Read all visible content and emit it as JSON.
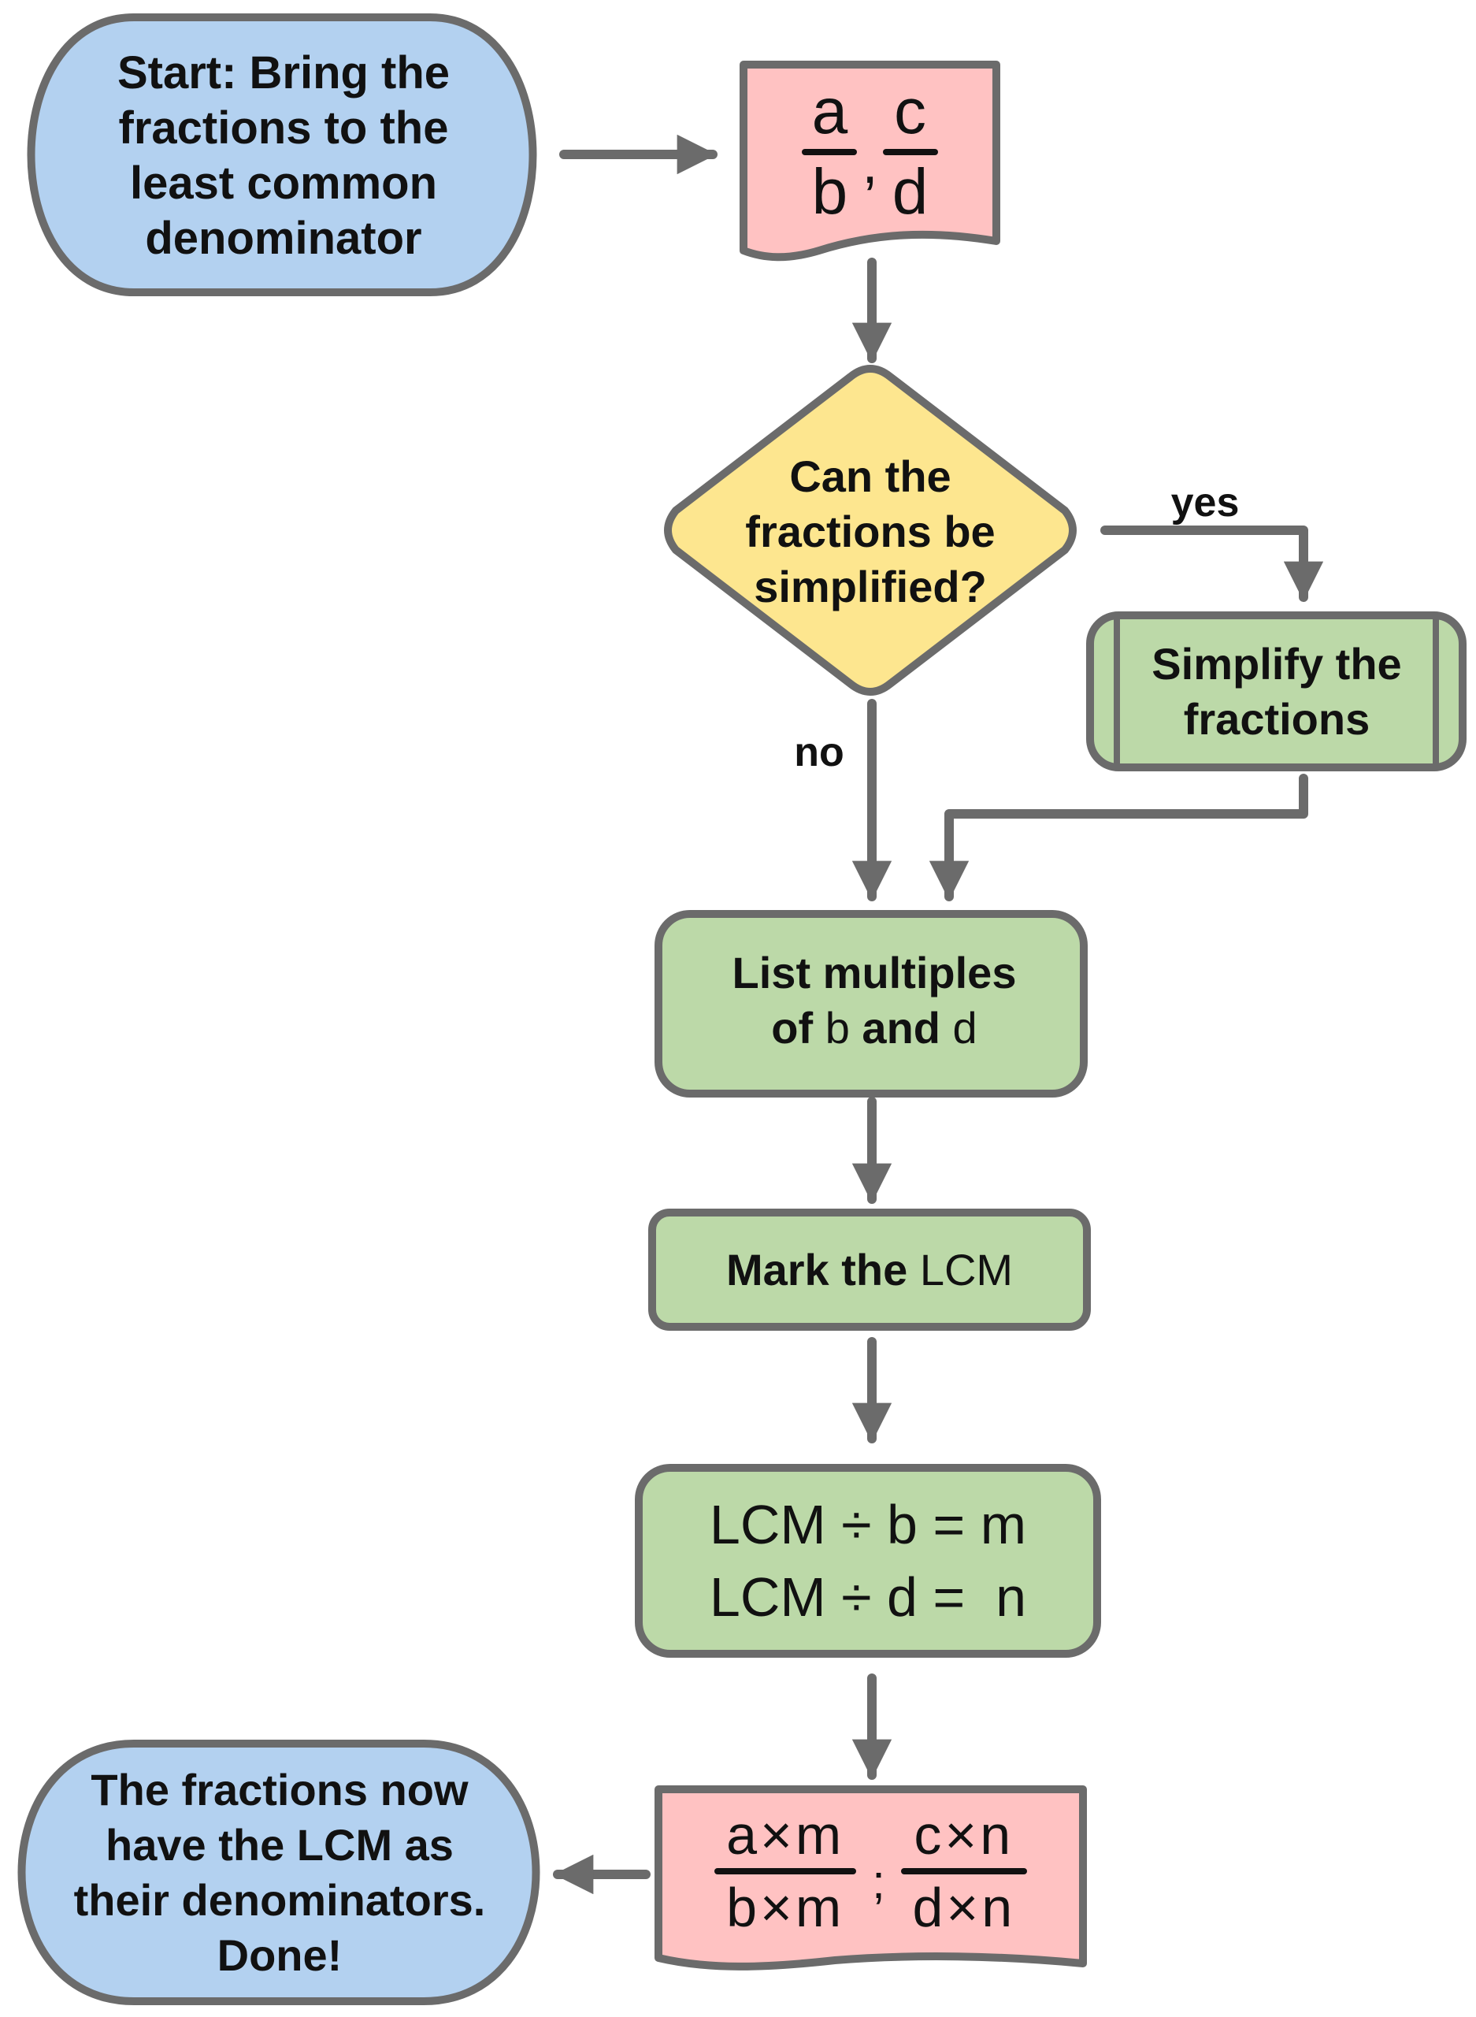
{
  "title": "Bring fractions to the least common denominator",
  "colors": {
    "stroke": "#6b6b6b",
    "terminal_fill": "#b3d1f0",
    "data_fill": "#ffc2c2",
    "decision_fill": "#fde68f",
    "process_fill": "#bcd9a8",
    "text": "#111111"
  },
  "nodes": {
    "start": {
      "type": "terminal",
      "text": "Start: Bring the fractions to the least common denominator",
      "lines": [
        "Start: Bring the",
        "fractions to the",
        "least common",
        "denominator"
      ]
    },
    "input": {
      "type": "document",
      "fraction1": {
        "numerator": "a",
        "denominator": "b"
      },
      "separator": ",",
      "fraction2": {
        "numerator": "c",
        "denominator": "d"
      }
    },
    "decision": {
      "type": "decision",
      "lines": [
        "Can the",
        "fractions be",
        "simplified?"
      ]
    },
    "simplify": {
      "type": "predefined-process",
      "lines": [
        "Simplify the",
        "fractions"
      ]
    },
    "list": {
      "type": "process",
      "line1": "List multiples",
      "line2_parts": [
        "of",
        "b",
        "and",
        "d"
      ]
    },
    "mark": {
      "type": "process",
      "bold": "Mark the",
      "regular": "LCM"
    },
    "compute": {
      "type": "process",
      "lines": [
        "LCM ÷ b = m",
        "LCM ÷ d =  n"
      ]
    },
    "output": {
      "type": "document",
      "fraction1": {
        "numerator": "a×m",
        "denominator": "b×m"
      },
      "separator": ";",
      "fraction2": {
        "numerator": "c×n",
        "denominator": "d×n"
      }
    },
    "end": {
      "type": "terminal",
      "lines": [
        "The fractions now",
        "have the LCM as",
        "their denominators.",
        "Done!"
      ]
    }
  },
  "edges": [
    {
      "from": "start",
      "to": "input",
      "label": ""
    },
    {
      "from": "input",
      "to": "decision",
      "label": ""
    },
    {
      "from": "decision",
      "to": "simplify",
      "label": "yes"
    },
    {
      "from": "decision",
      "to": "list",
      "label": "no"
    },
    {
      "from": "simplify",
      "to": "list",
      "label": ""
    },
    {
      "from": "list",
      "to": "mark",
      "label": ""
    },
    {
      "from": "mark",
      "to": "compute",
      "label": ""
    },
    {
      "from": "compute",
      "to": "output",
      "label": ""
    },
    {
      "from": "output",
      "to": "end",
      "label": ""
    }
  ]
}
